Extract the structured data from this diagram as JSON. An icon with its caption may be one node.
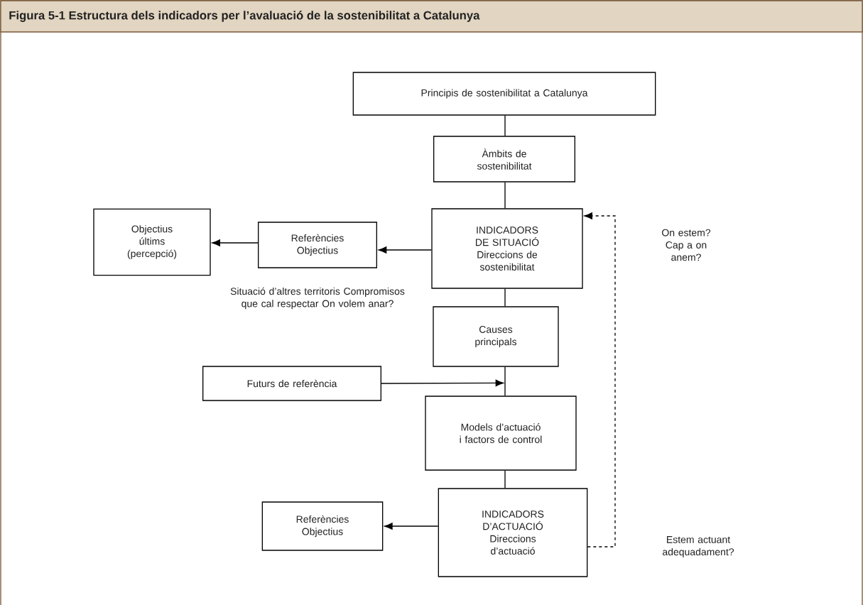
{
  "diagram": {
    "title": "Figura 5-1 Estructura dels indicadors per l’avaluació de la sostenibilitat a Catalunya",
    "nodes": [
      {
        "text": [
          "Principis de sostenibilitat a Catalunya"
        ]
      },
      {
        "text": [
          "Àmbits de sostenibilitat"
        ]
      },
      {
        "text": [
          "INDICADORS DE SITUACIÓ",
          "Direccions de sostenibilitat"
        ]
      },
      {
        "text": [
          "Referències Objectius"
        ]
      },
      {
        "text": [
          "Objectius últims (percepció)"
        ]
      },
      {
        "text": [
          "Causes principals"
        ]
      },
      {
        "text": [
          "Futurs de referència"
        ]
      },
      {
        "text": [
          "Models d’actuació i factors de control"
        ]
      },
      {
        "text": [
          "INDICADORS D’ACTUACIÓ",
          "Direccions d’actuació"
        ]
      },
      {
        "text": [
          "Referències Objectius"
        ]
      }
    ],
    "edges": [
      {
        "from": 0,
        "to": 1,
        "arrow": "none"
      },
      {
        "from": 1,
        "to": 2,
        "arrow": "none"
      },
      {
        "from": 2,
        "to": 3,
        "arrow": "to"
      },
      {
        "from": 3,
        "to": 4,
        "arrow": "to"
      },
      {
        "from": 2,
        "to": 5,
        "arrow": "none"
      },
      {
        "from": 5,
        "to": 7,
        "arrow": "none"
      },
      {
        "from": 6,
        "to": 7,
        "arrow": "to"
      },
      {
        "from": 7,
        "to": 8,
        "arrow": "none"
      },
      {
        "from": 8,
        "to": 9,
        "arrow": "to"
      },
      {
        "from": 8,
        "to": 2,
        "arrow": "to",
        "style": "dashed"
      }
    ],
    "labels": [
      "Situació d’altres territoris Compromisos que cal respectar On volem anar?",
      "On estem? Cap a on anem?",
      "Estem actuant adequadament?"
    ]
  }
}
